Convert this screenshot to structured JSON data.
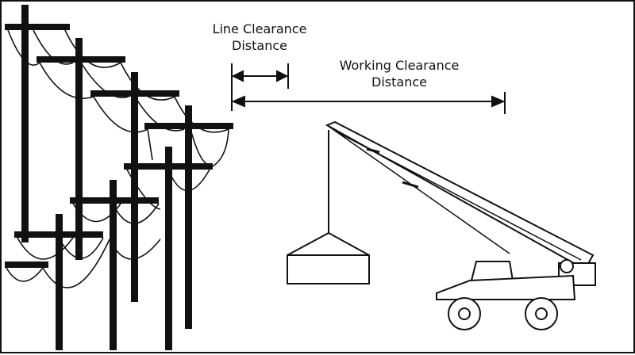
{
  "labels": {
    "line_clearance": {
      "line1": "Line Clearance",
      "line2": "Distance"
    },
    "working_clearance": {
      "line1": "Working Clearance",
      "line2": "Distance"
    }
  },
  "colors": {
    "ink": "#111111",
    "background": "#ffffff"
  }
}
